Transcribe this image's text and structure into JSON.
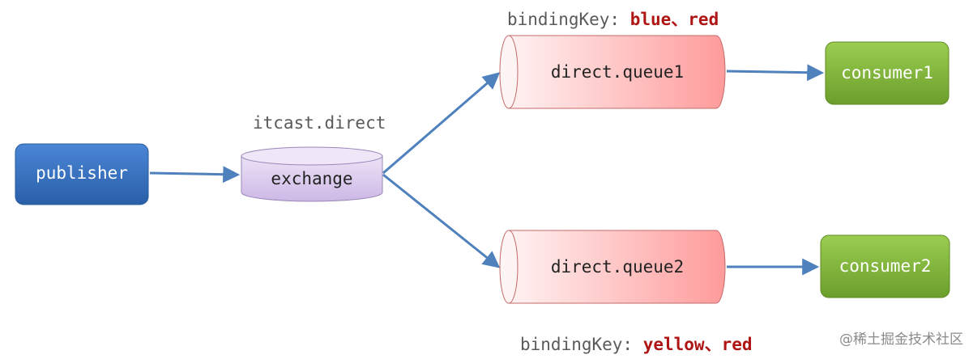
{
  "publisher": {
    "label": "publisher"
  },
  "exchange": {
    "name": "itcast.direct",
    "label": "exchange"
  },
  "queues": [
    {
      "label": "direct.queue1",
      "binding_prefix": "bindingKey: ",
      "binding_keys": "blue、red"
    },
    {
      "label": "direct.queue2",
      "binding_prefix": "bindingKey: ",
      "binding_keys": "yellow、red"
    }
  ],
  "consumers": [
    {
      "label": "consumer1"
    },
    {
      "label": "consumer2"
    }
  ],
  "watermark": "@稀土掘金技术社区",
  "colors": {
    "publisher": "#2f6fbf",
    "exchange": "#d4c4ea",
    "queue": "#ff9a9a",
    "consumer": "#7fb23a",
    "arrow": "#4f81bd",
    "binding_key": "#b01515"
  }
}
